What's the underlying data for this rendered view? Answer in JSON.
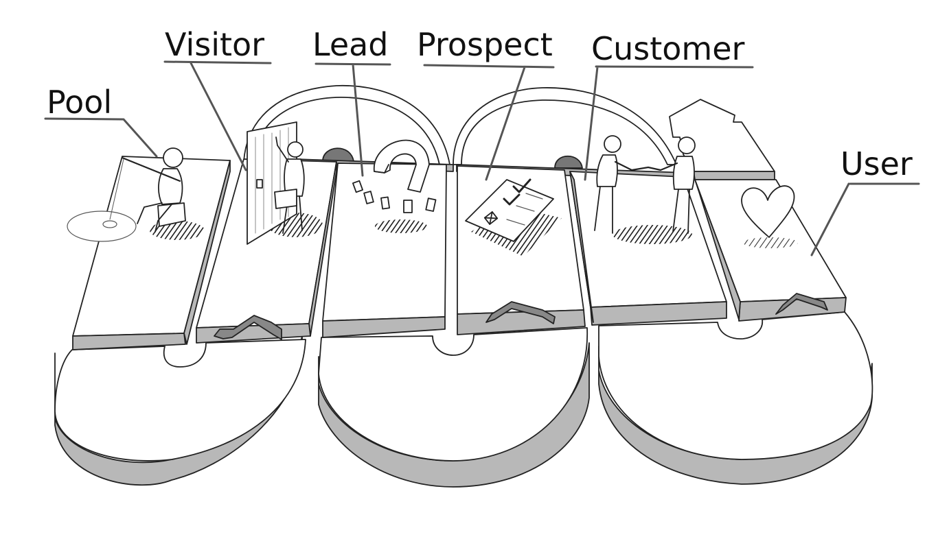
{
  "diagram": {
    "stages": [
      {
        "id": "pool",
        "label": "Pool"
      },
      {
        "id": "visitor",
        "label": "Visitor"
      },
      {
        "id": "lead",
        "label": "Lead"
      },
      {
        "id": "prospect",
        "label": "Prospect"
      },
      {
        "id": "customer",
        "label": "Customer"
      },
      {
        "id": "user",
        "label": "User"
      }
    ],
    "colors": {
      "ink": "#222222",
      "fill": "#ffffff",
      "edge": "#b8b8b8",
      "shade": "#555555"
    }
  }
}
